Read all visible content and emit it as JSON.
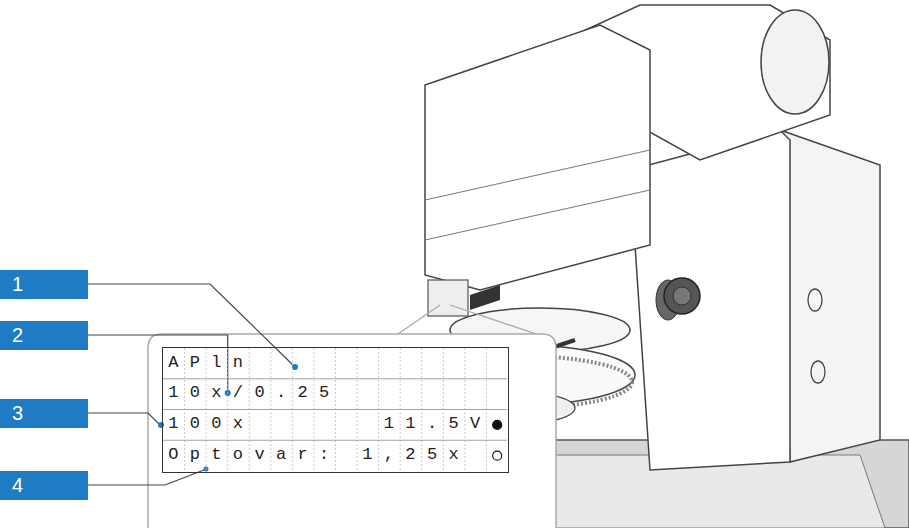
{
  "diagram": {
    "nodes": [
      {
        "text": [
          "APln",
          "10x/0.25",
          "100x",
          "11.5V",
          "Optovar: 1,25x"
        ]
      }
    ],
    "labels": [
      "1",
      "2",
      "3",
      "4"
    ]
  }
}
